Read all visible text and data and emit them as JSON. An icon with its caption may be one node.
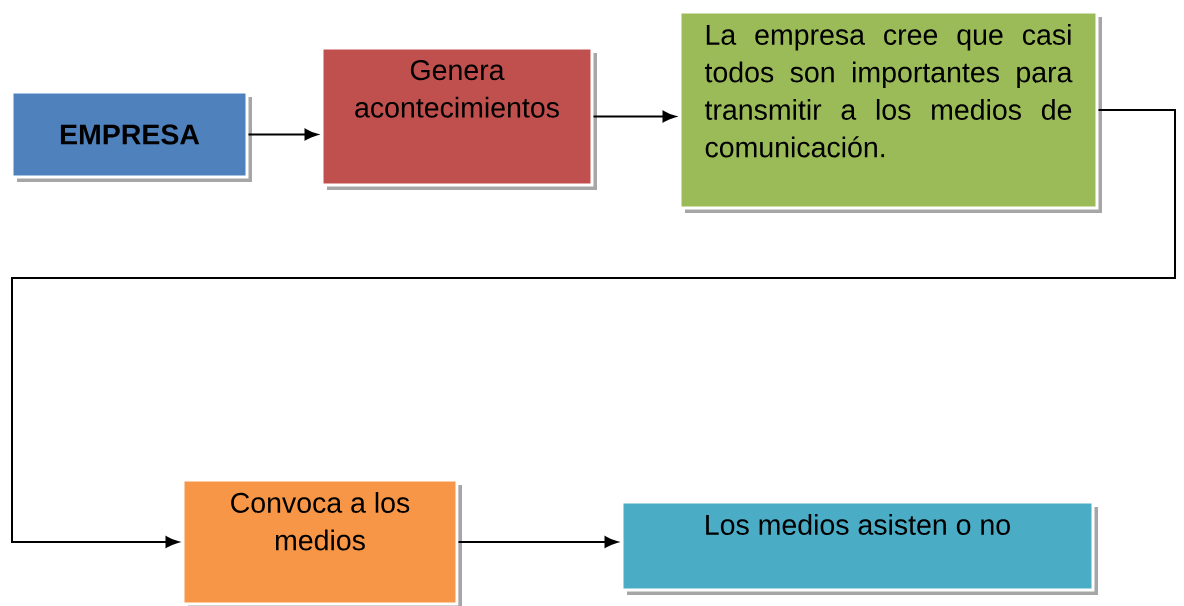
{
  "diagram": {
    "nodes": [
      {
        "text": [
          "EMPRESA"
        ]
      },
      {
        "text": [
          "Genera acontecimientos"
        ]
      },
      {
        "text": [
          "La empresa cree que casi todos son importantes para transmitir a los medios de comunicación."
        ]
      },
      {
        "text": [
          "Convoca a los medios"
        ]
      },
      {
        "text": [
          "Los medios asisten o no"
        ]
      }
    ],
    "edges": [
      {
        "from": 0,
        "to": 1,
        "arrow": "to"
      },
      {
        "from": 1,
        "to": 2,
        "arrow": "to"
      },
      {
        "from": 2,
        "to": 3,
        "arrow": "to"
      },
      {
        "from": 3,
        "to": 4,
        "arrow": "to"
      }
    ]
  }
}
